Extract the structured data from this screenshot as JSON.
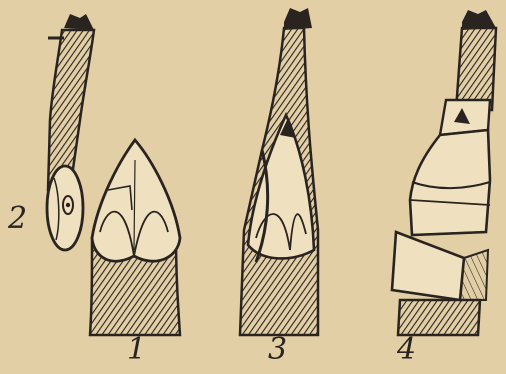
{
  "figure": {
    "labels": [
      "1",
      "2",
      "3",
      "4"
    ],
    "colors": {
      "paper": "#e2cfa6",
      "ink": "#2a2420",
      "light_wood": "#efe0c0"
    }
  }
}
